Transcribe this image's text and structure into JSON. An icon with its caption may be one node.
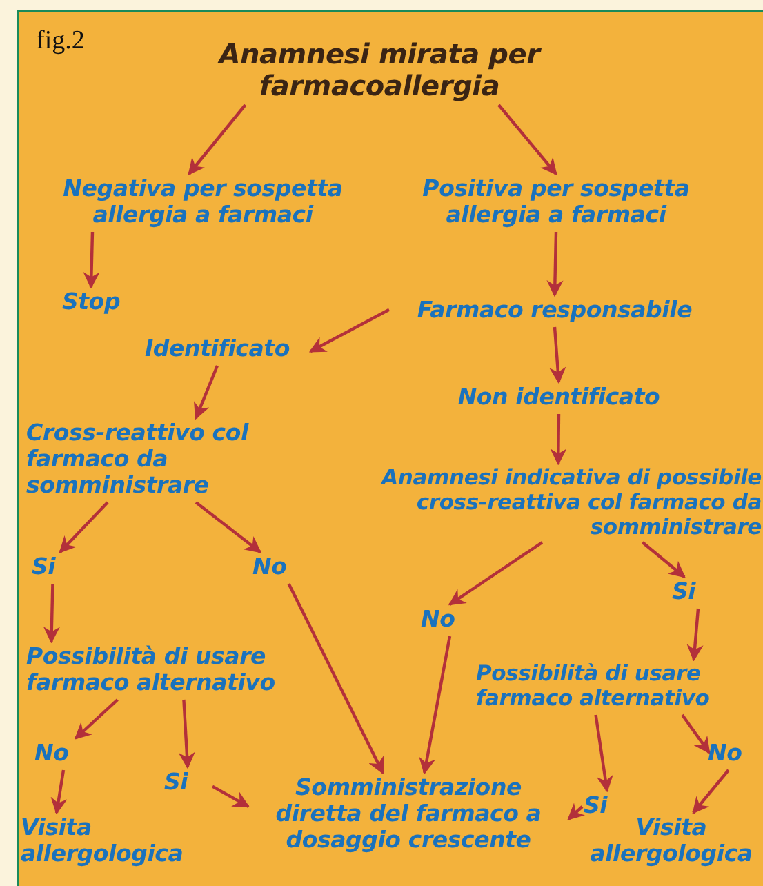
{
  "diagram": {
    "nodes": [
      {
        "text": [
          "Anamnesi mirata per farmacoallergia"
        ]
      },
      {
        "text": [
          "Negativa per sospetta allergia a farmaci"
        ]
      },
      {
        "text": [
          "Positiva per sospetta allergia a farmaci"
        ]
      },
      {
        "text": [
          "Stop"
        ]
      },
      {
        "text": [
          "Farmaco responsabile"
        ]
      },
      {
        "text": [
          "Identificato"
        ]
      },
      {
        "text": [
          "Non identificato"
        ]
      },
      {
        "text": [
          "Cross-reattivo col farmaco da somministrare"
        ]
      },
      {
        "text": [
          "Anamnesi indicativa di possibile cross-reattiva col farmaco da somministrare"
        ]
      },
      {
        "text": [
          "Si"
        ]
      },
      {
        "text": [
          "No"
        ]
      },
      {
        "text": [
          "No"
        ]
      },
      {
        "text": [
          "Si"
        ]
      },
      {
        "text": [
          "Possibilità di usare farmaco alternativo"
        ]
      },
      {
        "text": [
          "Possibilità di usare farmaco alternativo"
        ]
      },
      {
        "text": [
          "No"
        ]
      },
      {
        "text": [
          "Si"
        ]
      },
      {
        "text": [
          "Somministrazione diretta del farmaco a dosaggio crescente"
        ]
      },
      {
        "text": [
          "Si"
        ]
      },
      {
        "text": [
          "No"
        ]
      },
      {
        "text": [
          "Visita allergologica"
        ]
      },
      {
        "text": [
          "Visita allergologica"
        ]
      }
    ],
    "edges": [
      {
        "from": 0,
        "to": 1,
        "arrow": "to"
      },
      {
        "from": 0,
        "to": 2,
        "arrow": "to"
      },
      {
        "from": 1,
        "to": 3,
        "arrow": "to"
      },
      {
        "from": 2,
        "to": 4,
        "arrow": "to"
      },
      {
        "from": 4,
        "to": 5,
        "arrow": "to"
      },
      {
        "from": 4,
        "to": 6,
        "arrow": "to"
      },
      {
        "from": 5,
        "to": 7,
        "arrow": "to"
      },
      {
        "from": 6,
        "to": 8,
        "arrow": "to"
      },
      {
        "from": 7,
        "to": 9,
        "arrow": "to"
      },
      {
        "from": 7,
        "to": 10,
        "arrow": "to"
      },
      {
        "from": 8,
        "to": 11,
        "arrow": "to"
      },
      {
        "from": 8,
        "to": 12,
        "arrow": "to"
      },
      {
        "from": 9,
        "to": 13,
        "arrow": "to"
      },
      {
        "from": 10,
        "to": 17,
        "arrow": "to"
      },
      {
        "from": 11,
        "to": 17,
        "arrow": "to"
      },
      {
        "from": 12,
        "to": 14,
        "arrow": "to"
      },
      {
        "from": 13,
        "to": 15,
        "arrow": "to"
      },
      {
        "from": 13,
        "to": 16,
        "arrow": "to"
      },
      {
        "from": 15,
        "to": 20,
        "arrow": "to"
      },
      {
        "from": 16,
        "to": 17,
        "arrow": "to"
      },
      {
        "from": 14,
        "to": 18,
        "arrow": "to"
      },
      {
        "from": 14,
        "to": 19,
        "arrow": "to"
      },
      {
        "from": 18,
        "to": 17,
        "arrow": "to"
      },
      {
        "from": 19,
        "to": 21,
        "arrow": "to"
      }
    ],
    "labels": [
      "fig.2"
    ]
  }
}
